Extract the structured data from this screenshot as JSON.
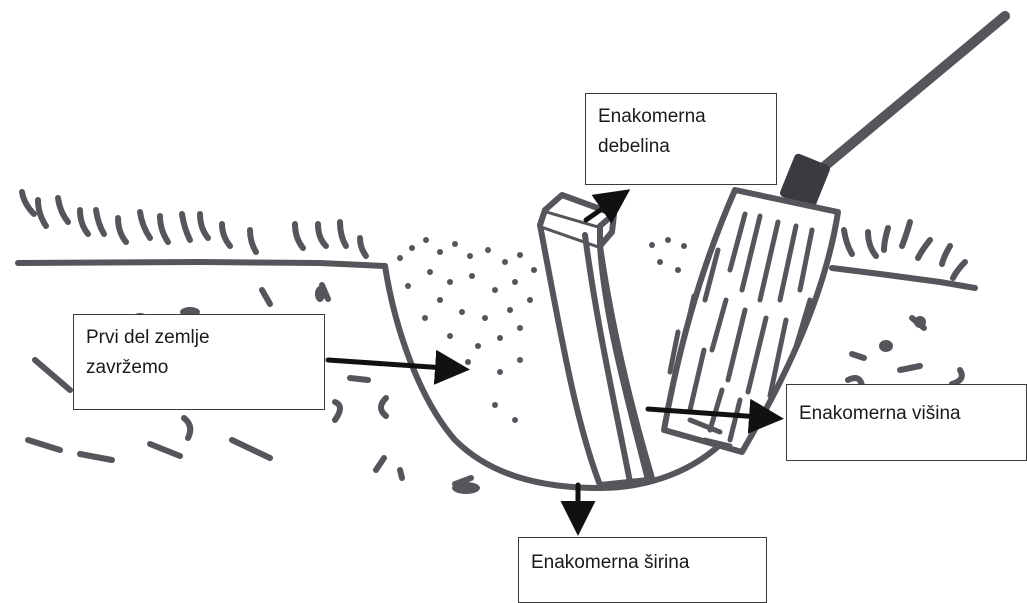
{
  "labels": {
    "thickness": "Enakomerna\ndebelina",
    "first_soil": "Prvi del zemlje\nzavržemo",
    "height": "Enakomerna višina",
    "width": "Enakomerna širina"
  },
  "colors": {
    "ink": "#55565c",
    "arrow": "#111111",
    "box_border": "#3a3a3a",
    "background": "#ffffff"
  },
  "icons": {
    "tool": "spade-icon",
    "soil_slice": "soil-slice-icon"
  }
}
